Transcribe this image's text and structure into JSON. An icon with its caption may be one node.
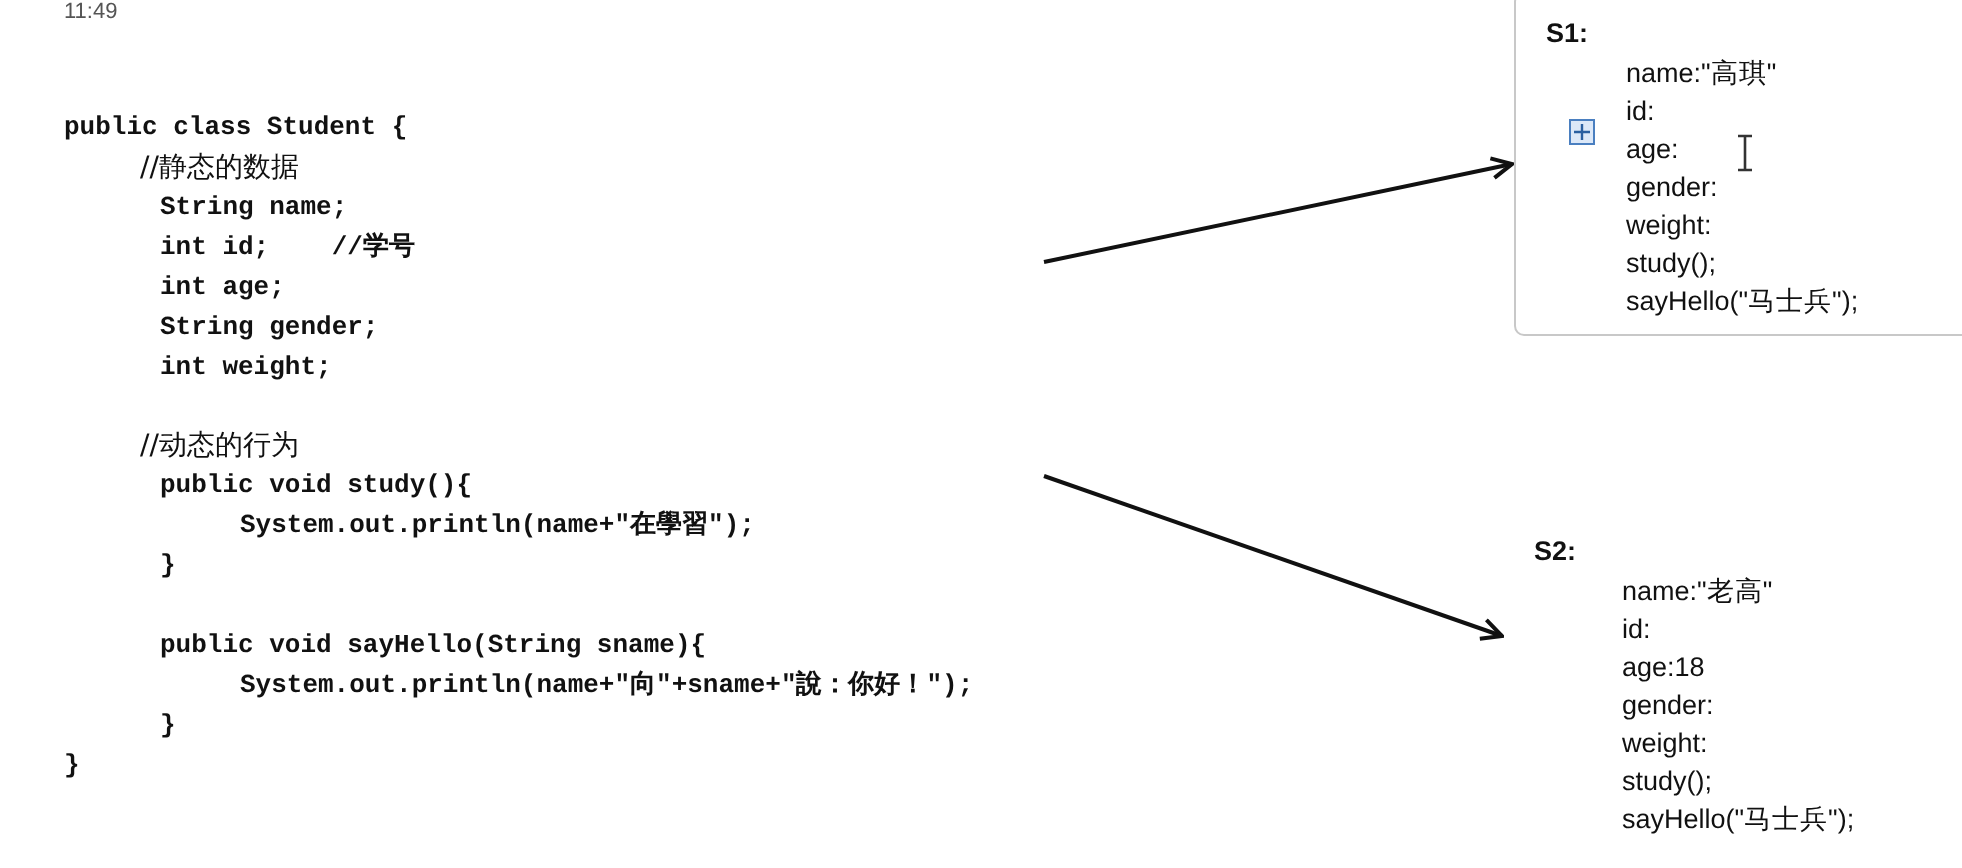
{
  "diagram": {
    "nodes": [
      {
        "text": [
          "public class Student {",
          "//静态的数据",
          "String name;",
          "int id;    //学号",
          "int age;",
          "String gender;",
          "int weight;",
          "//动态的行为",
          "public void study(){",
          "System.out.println(name+″在學習″);",
          "}",
          "public void sayHello(String sname){",
          "System.out.println(name+″向″+sname+″說：你好！″);",
          "}",
          "}"
        ]
      },
      {
        "text": [
          "S1:",
          "name:\"高琪\"",
          "id:",
          "age:",
          "gender:",
          "weight:",
          "study();",
          "sayHello(\"马士兵\");"
        ]
      },
      {
        "text": [
          "S2:",
          "name:\"老高\"",
          "id:",
          "age:18",
          "gender:",
          "weight:",
          "study();",
          "sayHello(\"马士兵\");"
        ]
      }
    ],
    "edges": [
      {
        "from": 0,
        "to": 1,
        "arrow": "to"
      },
      {
        "from": 0,
        "to": 2,
        "arrow": "to"
      }
    ],
    "labels": [
      "11:49"
    ]
  }
}
